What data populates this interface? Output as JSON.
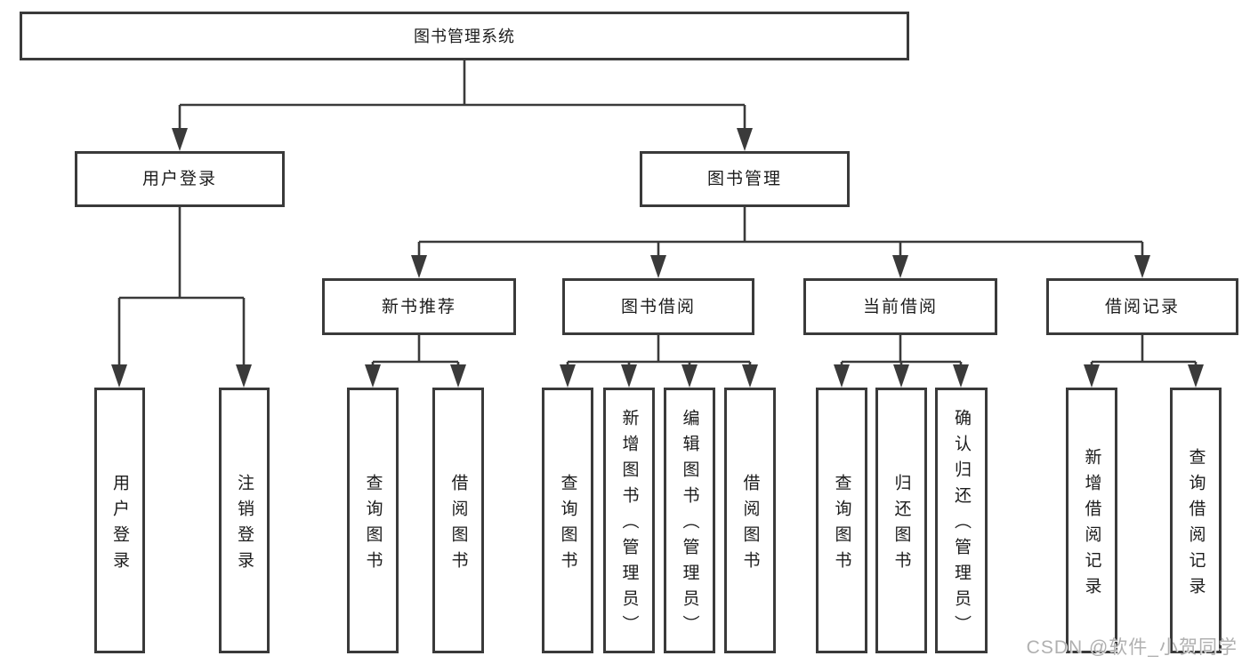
{
  "tree": {
    "root": {
      "label": "图书管理系统"
    },
    "children": [
      {
        "label": "用户登录",
        "children": [
          {
            "label": "用户登录"
          },
          {
            "label": "注销登录"
          }
        ]
      },
      {
        "label": "图书管理",
        "children": [
          {
            "label": "新书推荐",
            "children": [
              {
                "label": "查询图书"
              },
              {
                "label": "借阅图书"
              }
            ]
          },
          {
            "label": "图书借阅",
            "children": [
              {
                "label": "查询图书"
              },
              {
                "label": "新增图书（管理员）"
              },
              {
                "label": "编辑图书（管理员）"
              },
              {
                "label": "借阅图书"
              }
            ]
          },
          {
            "label": "当前借阅",
            "children": [
              {
                "label": "查询图书"
              },
              {
                "label": "归还图书"
              },
              {
                "label": "确认归还（管理员）"
              }
            ]
          },
          {
            "label": "借阅记录",
            "children": [
              {
                "label": "新增借阅记录"
              },
              {
                "label": "查询借阅记录"
              }
            ]
          }
        ]
      }
    ]
  },
  "watermark": {
    "text": "CSDN @软件_小贺同学"
  },
  "colors": {
    "line": "#3a3a3a",
    "text": "#1c1c1c",
    "background": "#ffffff",
    "watermark": "#b0b0b0"
  }
}
